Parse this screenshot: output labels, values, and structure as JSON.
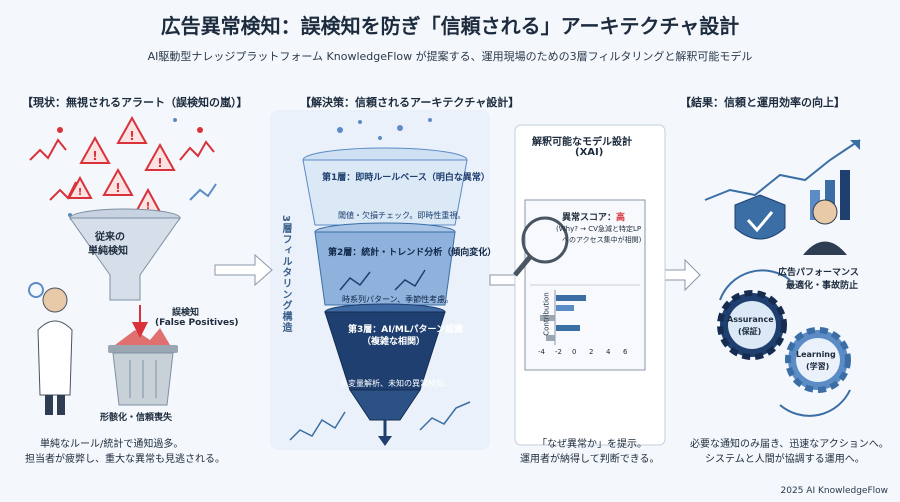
{
  "title": "広告異常検知：誤検知を防ぎ「信頼される」アーキテクチャ設計",
  "subtitle": "AI駆動型ナレッジプラットフォーム KnowledgeFlow が提案する、運用現場のための3層フィルタリングと解釈可能モデル",
  "left": {
    "heading": "【現状：無視されるアラート（誤検知の嵐）】",
    "funnel_label_1": "従来の",
    "funnel_label_2": "単純検知",
    "fp_label_1": "誤検知",
    "fp_label_2": "(False Positives)",
    "trash_label": "形骸化・信頼喪失",
    "caption_1": "単純なルール/統計で通知過多。",
    "caption_2": "担当者が疲弊し、重大な異常も見逃される。"
  },
  "middle": {
    "heading": "【解決策：信頼されるアーキテクチャ設計】",
    "vertical_label": "3層フィルタリング構造",
    "layer1_title": "第1層：即時ルールベース（明白な異常）",
    "layer1_sub": "閾値・欠損チェック。即時性重視。",
    "layer2_title": "第2層：統計・トレンド分析（傾向変化）",
    "layer2_sub": "時系列パターン、季節性考慮。",
    "layer3_title": "第3層：AI/MLパターン認識",
    "layer3_title2": "（複雑な相関）",
    "layer3_sub": "多変量解析、未知の異常検知。"
  },
  "xai": {
    "title_1": "解釈可能なモデル設計",
    "title_2": "(XAI)",
    "score_label": "異常スコア：",
    "score_value": "高",
    "reason_1": "(Why? → CV急減と特定LP",
    "reason_2": "へのアクセス集中が相関)",
    "axis_label": "Contribution",
    "ticks": [
      "-4",
      "-2",
      "0",
      "2",
      "4",
      "6"
    ],
    "caption_1": "「なぜ異常か」を提示。",
    "caption_2": "運用者が納得して判断できる。"
  },
  "right": {
    "heading": "【結果：信頼と運用効率の向上】",
    "perf_label_1": "広告パフォーマンス",
    "perf_label_2": "最適化・事故防止",
    "gear1_1": "Assurance",
    "gear1_2": "(保証)",
    "gear2_1": "Learning",
    "gear2_2": "(学習)",
    "caption_1": "必要な通知のみ届き、迅速なアクションへ。",
    "caption_2": "システムと人間が協調する運用へ。"
  },
  "credit": "2025 AI KnowledgeFlow",
  "colors": {
    "alert_red": "#d9323a",
    "funnel_blue": "#5b8cc6",
    "dark_navy": "#1e3f70",
    "accent": "#3a6ea5"
  }
}
